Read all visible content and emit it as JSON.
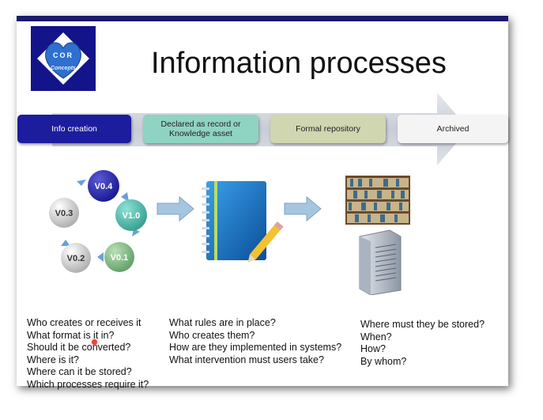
{
  "slide": {
    "title": "Information processes",
    "logo": {
      "top_text": "COR",
      "bottom_text": "Concepts"
    }
  },
  "stages": [
    {
      "label": "Info creation",
      "color": "#1c1c9e"
    },
    {
      "label": "Declared as record or Knowledge asset",
      "color": "#8fd3c3"
    },
    {
      "label": "Formal repository",
      "color": "#cfd6b0"
    },
    {
      "label": "Archived",
      "color": "#f2f2f2"
    }
  ],
  "versions": [
    "V0.4",
    "V1.0",
    "V0.1",
    "V0.2",
    "V0.3"
  ],
  "questions": {
    "creation": [
      "Who creates or receives it",
      "What format is it in?",
      "Should it be converted?",
      "Where is it?",
      "Where can it be stored?",
      "Which processes require it?"
    ],
    "rules": [
      "What rules are in place?",
      "Who creates them?",
      "How are they implemented in systems?",
      "What intervention must users take?"
    ],
    "storage": [
      "Where must they be stored?",
      "When?",
      "How?",
      "By whom?"
    ]
  }
}
